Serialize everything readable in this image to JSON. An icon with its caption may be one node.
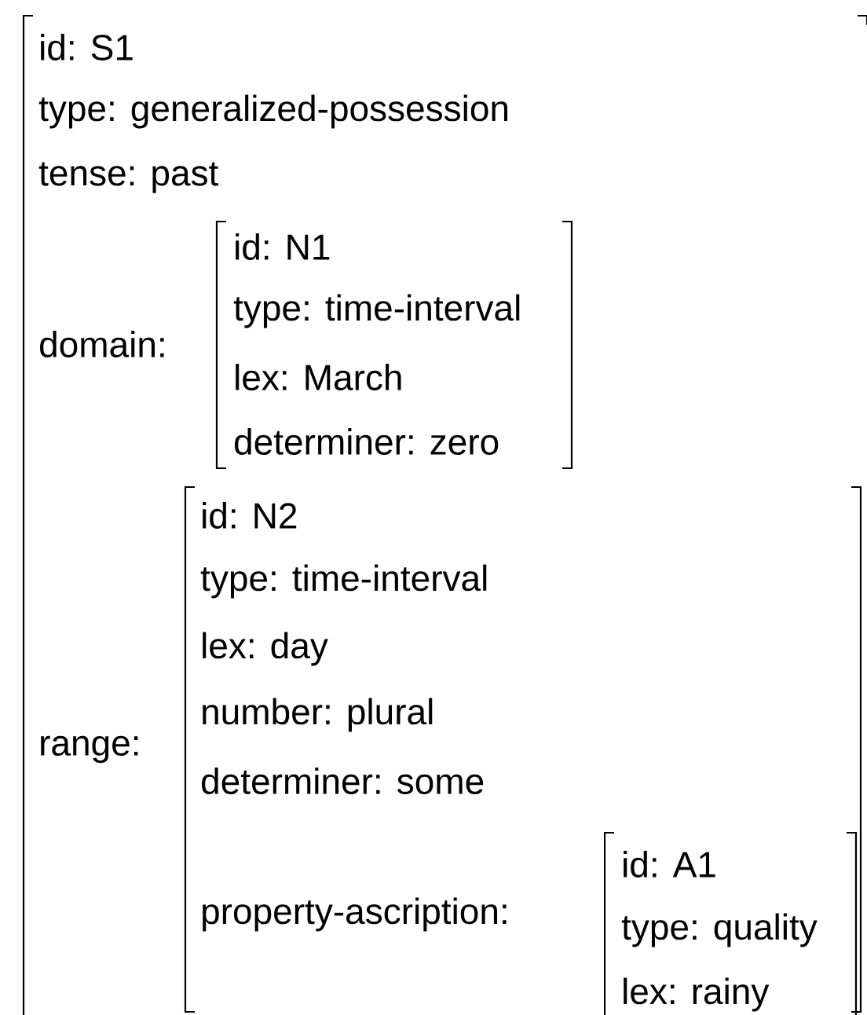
{
  "diagram": {
    "nodes": [
      {
        "text": [
          "id: S1",
          "type: generalized-possession",
          "tense: past",
          "domain:",
          "range:"
        ]
      },
      {
        "text": [
          "id: N1",
          "type: time-interval",
          "lex: March",
          "determiner: zero"
        ],
        "in": 0
      },
      {
        "text": [
          "id: N2",
          "type: time-interval",
          "lex: day",
          "number: plural",
          "determiner: some",
          "property-ascription:"
        ],
        "in": 0
      },
      {
        "text": [
          "id: A1",
          "type: quality",
          "lex: rainy"
        ],
        "in": 2
      }
    ]
  }
}
